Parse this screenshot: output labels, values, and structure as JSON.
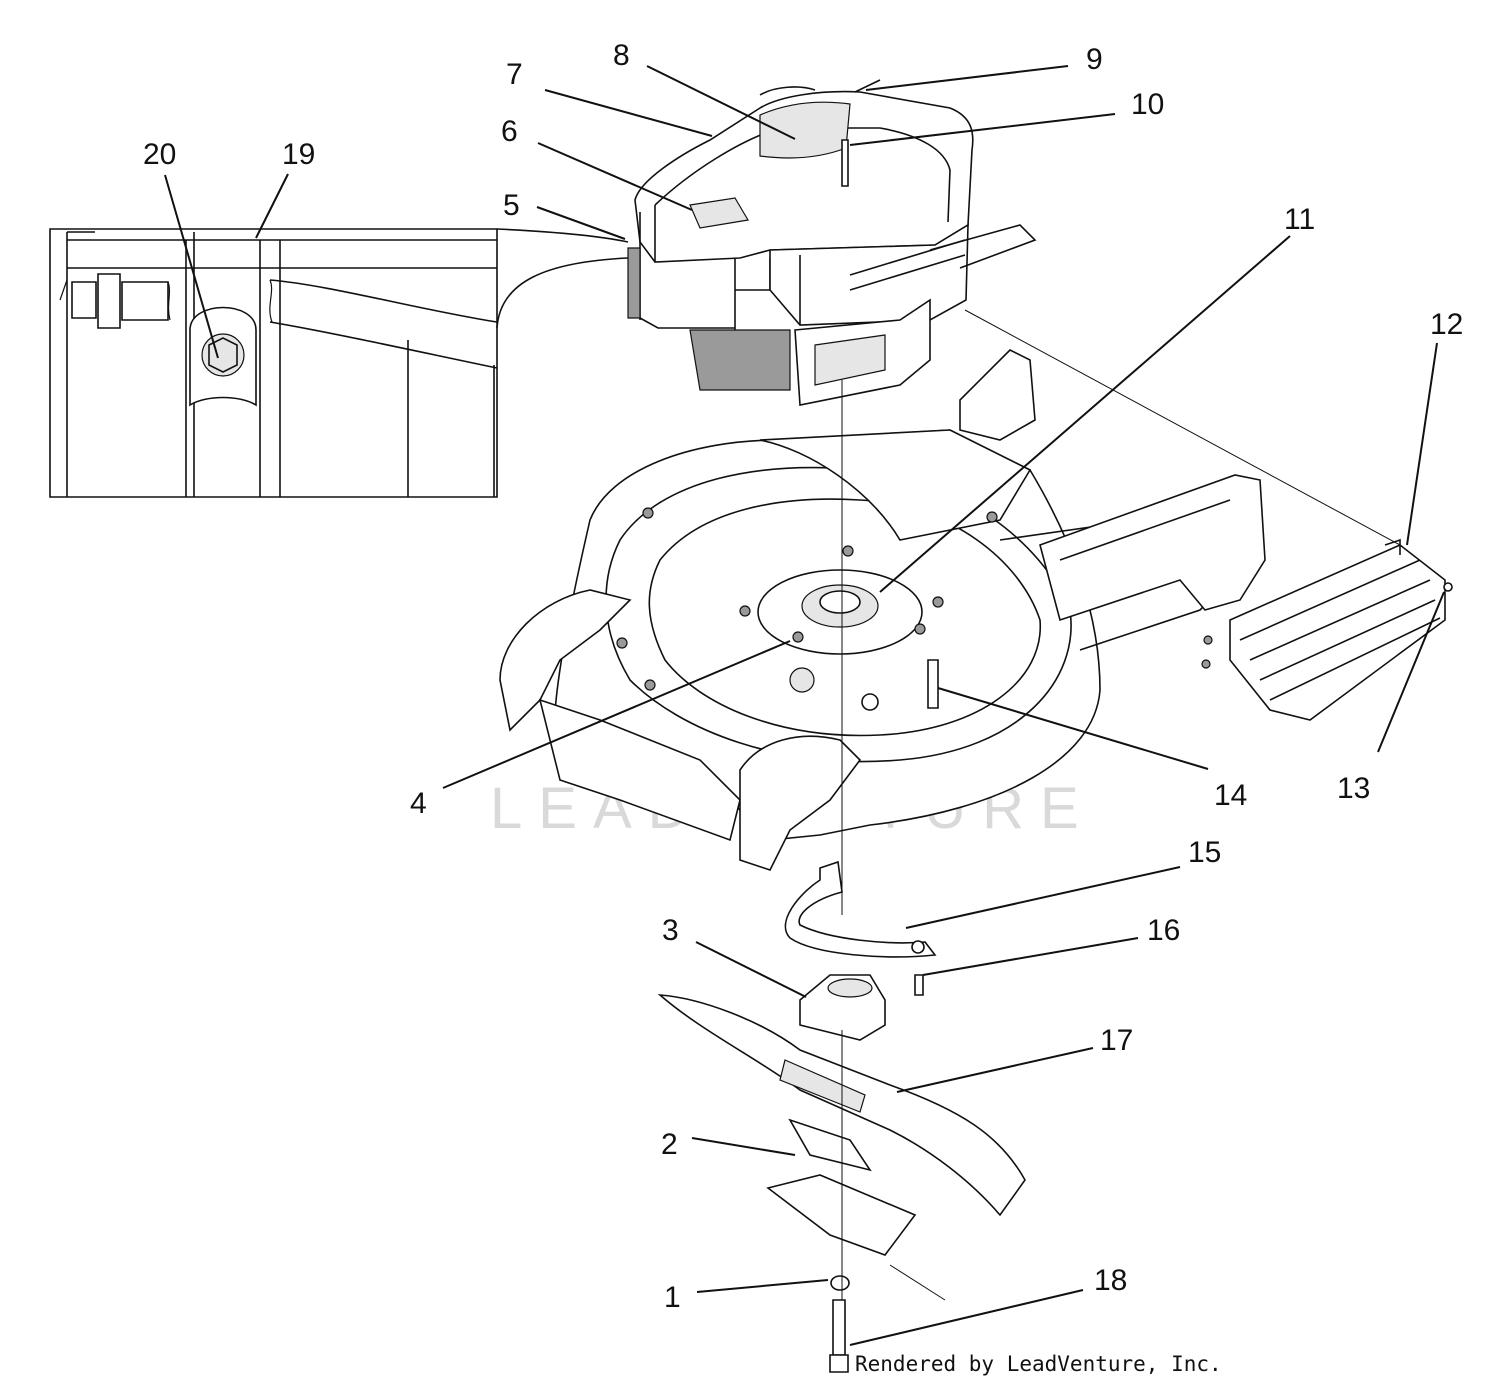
{
  "callouts": [
    {
      "id": "1",
      "text": "1"
    },
    {
      "id": "2",
      "text": "2"
    },
    {
      "id": "3",
      "text": "3"
    },
    {
      "id": "4",
      "text": "4"
    },
    {
      "id": "5",
      "text": "5"
    },
    {
      "id": "6",
      "text": "6"
    },
    {
      "id": "7",
      "text": "7"
    },
    {
      "id": "8",
      "text": "8"
    },
    {
      "id": "9",
      "text": "9"
    },
    {
      "id": "10",
      "text": "10"
    },
    {
      "id": "11",
      "text": "11"
    },
    {
      "id": "12",
      "text": "12"
    },
    {
      "id": "13",
      "text": "13"
    },
    {
      "id": "14",
      "text": "14"
    },
    {
      "id": "15",
      "text": "15"
    },
    {
      "id": "16",
      "text": "16"
    },
    {
      "id": "17",
      "text": "17"
    },
    {
      "id": "18",
      "text": "18"
    },
    {
      "id": "19",
      "text": "19"
    },
    {
      "id": "20",
      "text": "20"
    }
  ],
  "watermark": "LEADVENTURE",
  "credit": "Rendered by LeadVenture, Inc.",
  "colors": {
    "ink": "#111111",
    "watermark": "#d9d9d9",
    "shade": "#e6e6e6"
  }
}
